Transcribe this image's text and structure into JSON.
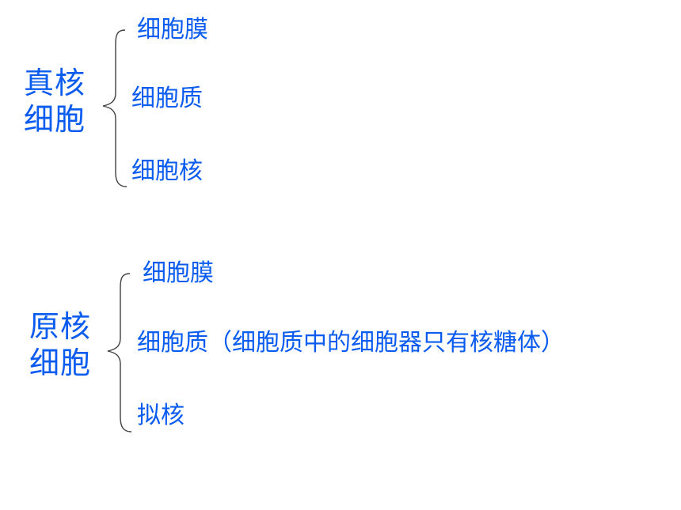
{
  "groups": [
    {
      "title_line1": "真核",
      "title_line2": "细胞",
      "items": [
        "细胞膜",
        "细胞质",
        "细胞核"
      ]
    },
    {
      "title_line1": "原核",
      "title_line2": "细胞",
      "items": [
        "细胞膜",
        "细胞质（细胞质中的细胞器只有核糖体）",
        "拟核"
      ]
    }
  ],
  "colors": {
    "text": "#0a5cf0",
    "brace": "#404040",
    "background": "#ffffff"
  }
}
